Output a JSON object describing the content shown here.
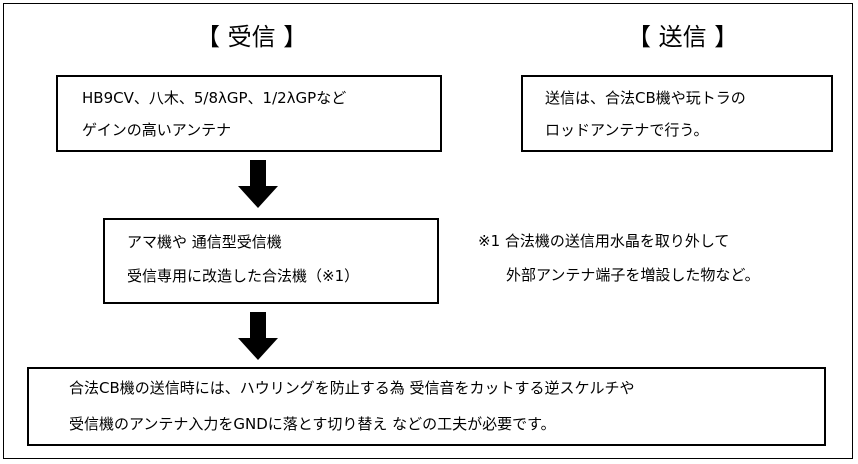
{
  "receive": {
    "heading": "【 受信 】",
    "antenna_box": {
      "lines": [
        "HB9CV、八木、5/8λGP、1/2λGPなど",
        "ゲインの高いアンテナ"
      ]
    },
    "receiver_box": {
      "lines": [
        "アマ機や 通信型受信機",
        "受信専用に改造した合法機（※1）"
      ]
    }
  },
  "transmit": {
    "heading": "【 送信 】",
    "box": {
      "lines": [
        "送信は、合法CB機や玩トラの",
        "ロッドアンテナで行う。"
      ]
    }
  },
  "footnote": {
    "lines": [
      "※1 合法機の送信用水晶を取り外して",
      "外部アンテナ端子を増設した物など。"
    ]
  },
  "bottom_box": {
    "lines": [
      "合法CB機の送信時には、ハウリングを防止する為 受信音をカットする逆スケルチや",
      "受信機のアンテナ入力をGNDに落とす切り替え などの工夫が必要です。"
    ]
  },
  "colors": {
    "line": "#000000",
    "background": "#ffffff"
  },
  "icons": [
    "down-arrow-icon",
    "down-arrow-icon"
  ]
}
